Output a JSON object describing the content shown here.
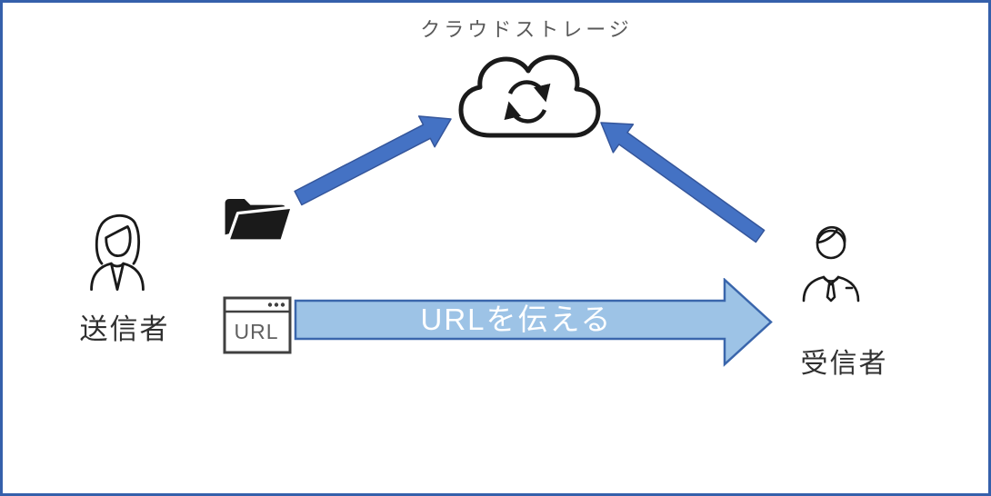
{
  "colors": {
    "frame_border": "#3560AB",
    "upload_arrow_fill": "#4472C4",
    "upload_arrow_stroke": "#35569B",
    "banner_fill": "#9DC3E6",
    "banner_stroke": "#3A66AC",
    "banner_text": "#FFFFFF",
    "title_text": "#595959",
    "label_text": "#303030",
    "icon_stroke": "#1A1A1A",
    "window_stroke": "#404040",
    "window_text": "#606060"
  },
  "diagram": {
    "title": "クラウドストレージ",
    "sender_label": "送信者",
    "receiver_label": "受信者",
    "url_icon_label": "URL",
    "banner_label": "URLを伝える",
    "icons": {
      "cloud": "cloud-sync-icon",
      "folder": "open-folder-icon",
      "url_window": "browser-window-icon",
      "sender": "woman-person-icon",
      "receiver": "man-person-icon",
      "upload": "sender-to-cloud-arrow",
      "download": "receiver-to-cloud-arrow",
      "banner": "url-banner-arrow"
    }
  }
}
